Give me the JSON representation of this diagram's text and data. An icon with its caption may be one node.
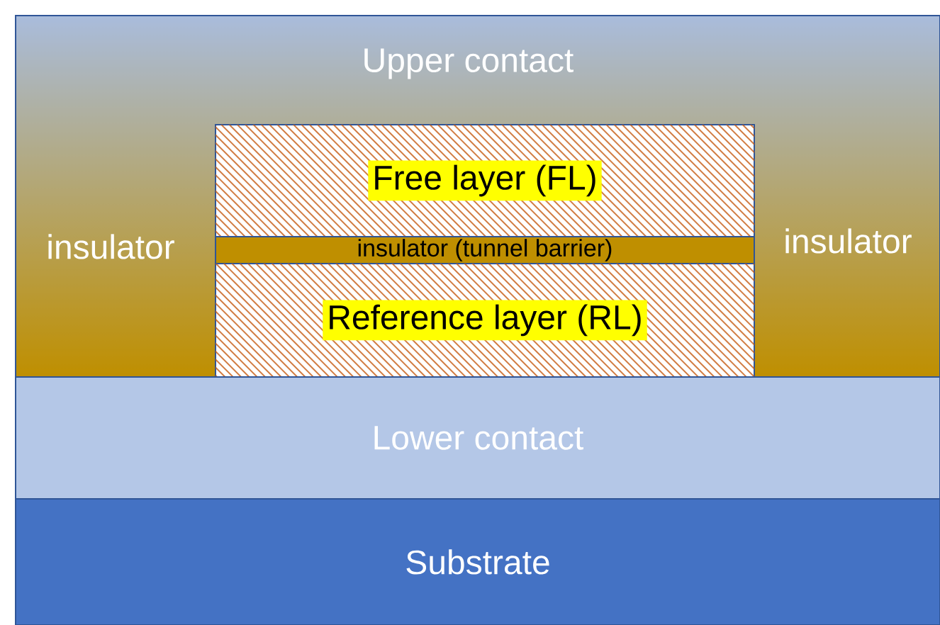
{
  "diagram": {
    "nodes": [
      {
        "text": [
          "Upper contact",
          "insulator",
          "insulator"
        ]
      },
      {
        "text": [
          "Free layer (FL)"
        ],
        "in": 0
      },
      {
        "text": [
          "insulator (tunnel barrier)"
        ],
        "in": 0
      },
      {
        "text": [
          "Reference layer (RL)"
        ],
        "in": 0
      },
      {
        "text": [
          "Lower contact"
        ]
      },
      {
        "text": [
          "Substrate"
        ]
      }
    ]
  }
}
